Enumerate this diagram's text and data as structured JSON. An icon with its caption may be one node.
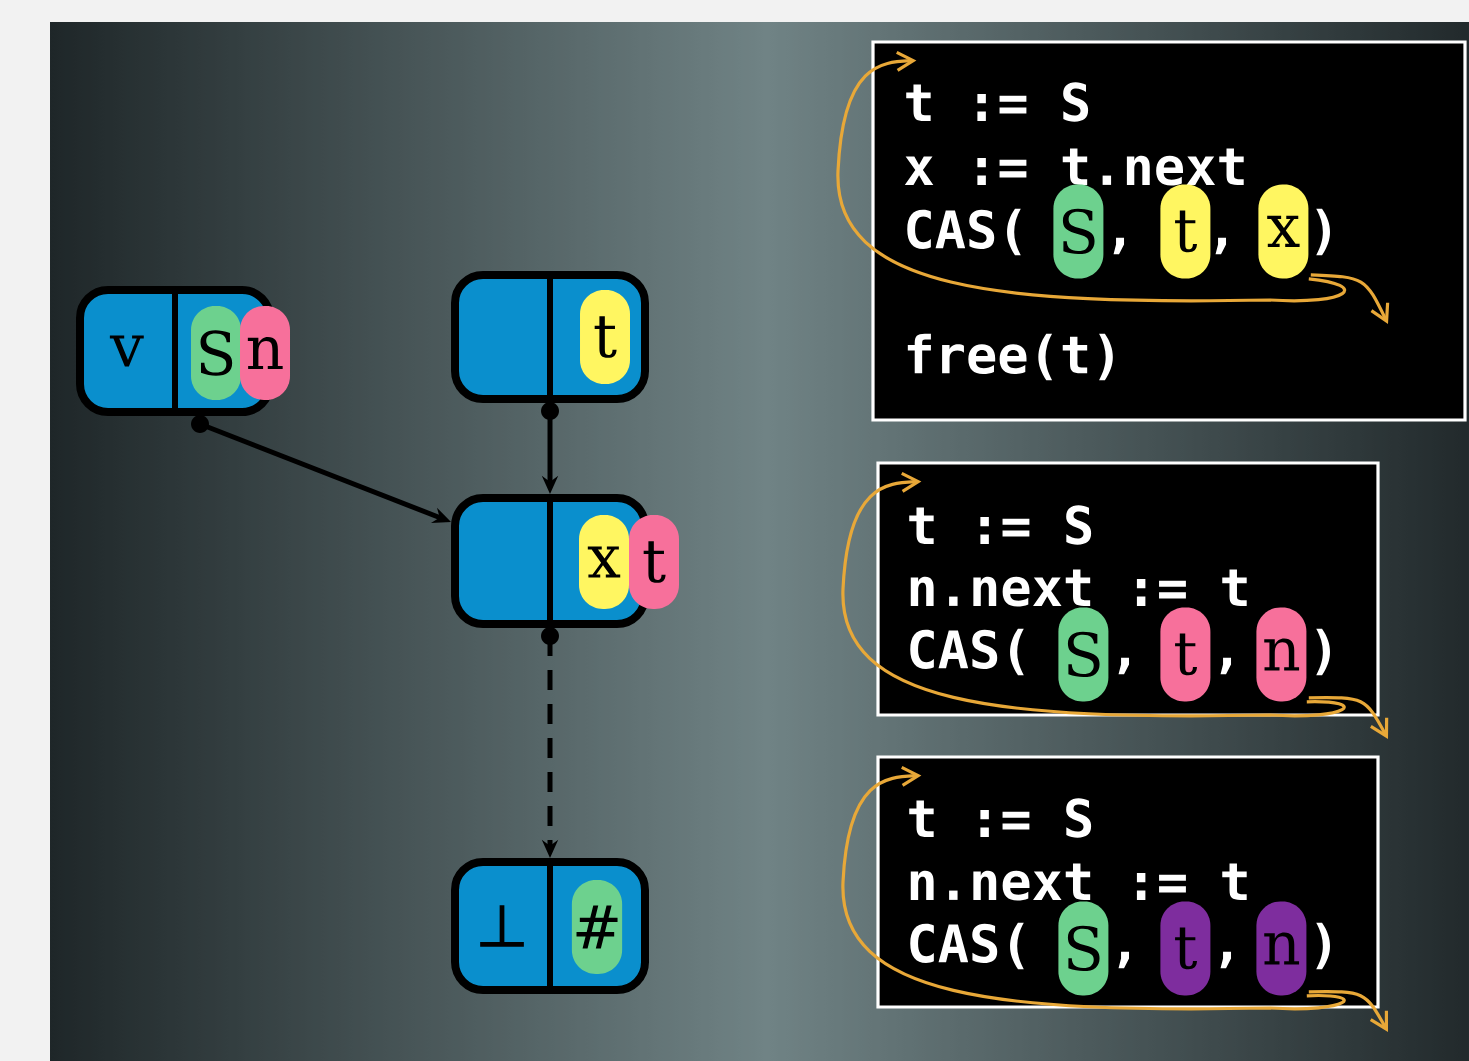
{
  "diagram": {
    "nodes": [
      {
        "text": [
          "v"
        ]
      },
      {
        "text": [
          "S"
        ],
        "in": 0
      },
      {
        "text": [
          "n"
        ]
      },
      {
        "text": [],
        "shape": "box"
      },
      {
        "text": [
          "t"
        ],
        "in": 3
      },
      {
        "text": [],
        "shape": "box"
      },
      {
        "text": [
          "x"
        ],
        "in": 5
      },
      {
        "text": [
          "t"
        ]
      },
      {
        "text": [
          "⊥"
        ]
      },
      {
        "text": [
          "#"
        ],
        "in": 8
      },
      {
        "text": [
          "t := S",
          "x := t.next",
          "CAS(",
          ",",
          ",",
          ")",
          "free(t)"
        ]
      },
      {
        "text": [
          "S"
        ],
        "in": 10
      },
      {
        "text": [
          "t"
        ],
        "in": 10
      },
      {
        "text": [
          "x"
        ],
        "in": 10
      },
      {
        "text": [
          "t := S",
          "n.next := t",
          "CAS(",
          ",",
          ",",
          ")"
        ]
      },
      {
        "text": [
          "S"
        ],
        "in": 14
      },
      {
        "text": [
          "t"
        ],
        "in": 14
      },
      {
        "text": [
          "n"
        ],
        "in": 14
      },
      {
        "text": [
          "t := S",
          "n.next := t",
          "CAS(",
          ",",
          ",",
          ")"
        ]
      },
      {
        "text": [
          "S"
        ],
        "in": 18
      },
      {
        "text": [
          "t"
        ],
        "in": 18
      },
      {
        "text": [
          "n"
        ],
        "in": 18
      }
    ],
    "edges": [
      {
        "from": 0,
        "to": 5,
        "arrow": "to",
        "color": "#000000"
      },
      {
        "from": 3,
        "to": 5,
        "arrow": "to",
        "color": "#000000"
      },
      {
        "from": 5,
        "to": 8,
        "arrow": "to",
        "style": "dashed",
        "color": "#000000"
      },
      {
        "from": 13,
        "to": 10,
        "arrow": "to",
        "color": "#e8a838"
      },
      {
        "from": 13,
        "to": null,
        "arrow": "to",
        "color": "#e8a838"
      },
      {
        "from": 17,
        "to": 14,
        "arrow": "to",
        "color": "#e8a838"
      },
      {
        "from": 17,
        "to": null,
        "arrow": "to",
        "color": "#e8a838"
      },
      {
        "from": 21,
        "to": 18,
        "arrow": "to",
        "color": "#e8a838"
      },
      {
        "from": 21,
        "to": null,
        "arrow": "to",
        "color": "#e8a838"
      }
    ]
  }
}
